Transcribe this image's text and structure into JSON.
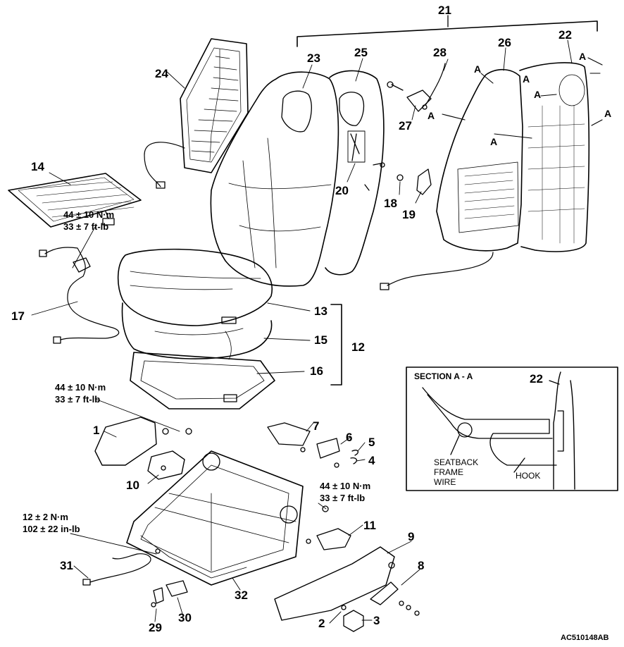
{
  "callouts": {
    "c1": "1",
    "c2": "2",
    "c3": "3",
    "c4": "4",
    "c5": "5",
    "c6": "6",
    "c7": "7",
    "c8": "8",
    "c9": "9",
    "c10": "10",
    "c11": "11",
    "c12": "12",
    "c13": "13",
    "c14": "14",
    "c15": "15",
    "c16": "16",
    "c17": "17",
    "c18": "18",
    "c19": "19",
    "c20": "20",
    "c21": "21",
    "c22": "22",
    "c23": "23",
    "c24": "24",
    "c25": "25",
    "c26": "26",
    "c27": "27",
    "c28": "28",
    "c29": "29",
    "c30": "30",
    "c31": "31",
    "c32": "32",
    "c22b": "22"
  },
  "view_markers": {
    "a1": "A",
    "a2": "A",
    "a3": "A",
    "a4": "A",
    "a5": "A",
    "a6": "A",
    "a7": "A"
  },
  "torque_specs": {
    "t1": {
      "nm": "44 ± 10 N·m",
      "ftlb": "33 ± 7 ft-lb"
    },
    "t2": {
      "nm": "44 ± 10 N·m",
      "ftlb": "33 ± 7 ft-lb"
    },
    "t3": {
      "nm": "44 ± 10 N·m",
      "ftlb": "33 ± 7 ft-lb"
    },
    "t4": {
      "nm": "12 ± 2 N·m",
      "ftlb": "102 ± 22 in-lb"
    }
  },
  "section": {
    "title": "SECTION A - A",
    "wire_label_1": "SEATBACK",
    "wire_label_2": "FRAME",
    "wire_label_3": "WIRE",
    "hook_label": "HOOK"
  },
  "figure_id": "AC510148AB"
}
